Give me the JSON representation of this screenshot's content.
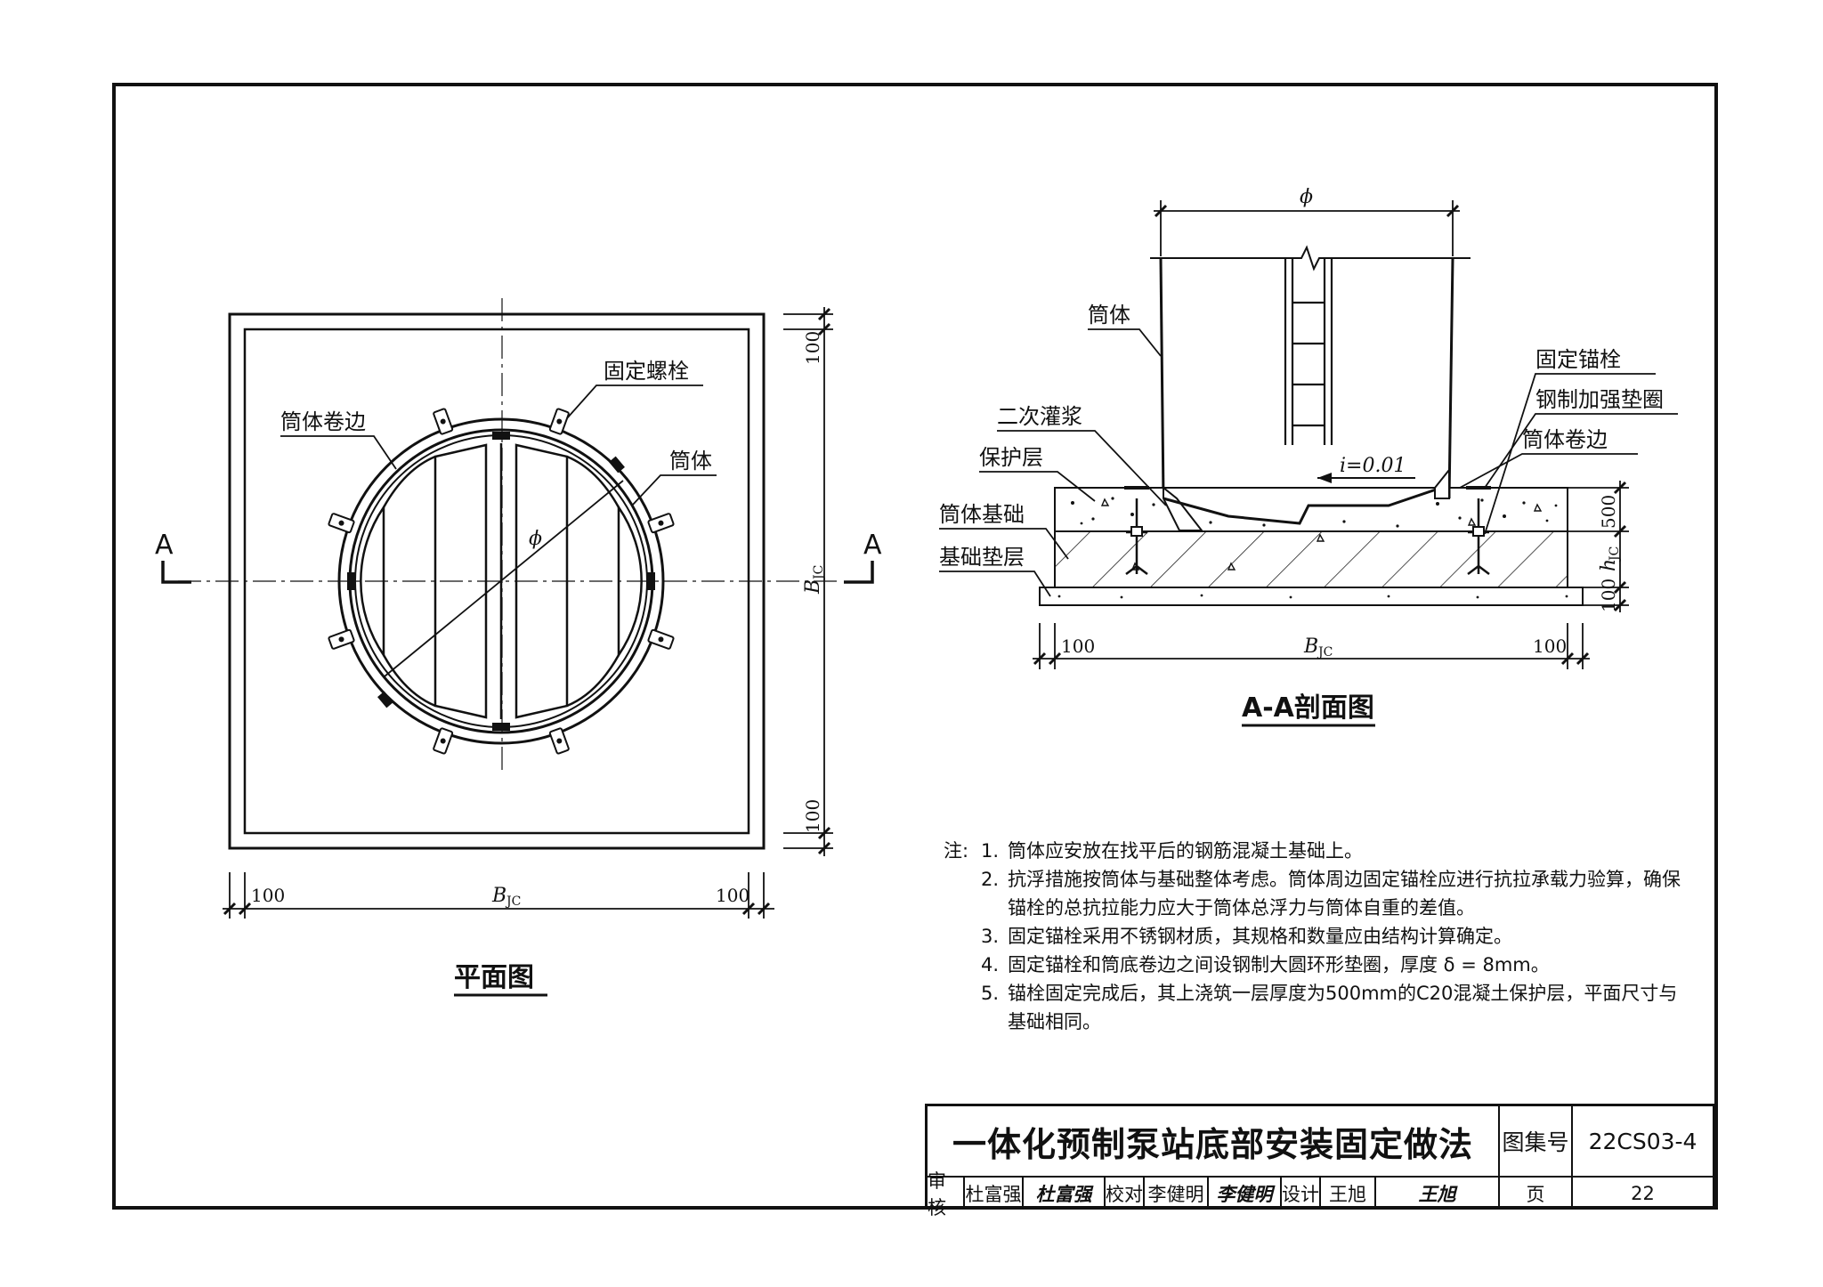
{
  "plan": {
    "title": "平面图",
    "labels": {
      "rolled_edge": "筒体卷边",
      "fixing_bolt": "固定螺栓",
      "cylinder": "筒体",
      "diameter": "ϕ",
      "section_mark": "A"
    },
    "dims": {
      "margin": "100",
      "base_width": "B",
      "base_width_sub": "JC"
    }
  },
  "section": {
    "title": "A-A剖面图",
    "labels": {
      "cylinder": "筒体",
      "secondary_grout": "二次灌浆",
      "protective_layer": "保护层",
      "cylinder_foundation": "筒体基础",
      "foundation_cushion": "基础垫层",
      "anchor_bolt": "固定锚栓",
      "steel_washer": "钢制加强垫圈",
      "rolled_edge": "筒体卷边",
      "slope": "i=0.01",
      "diameter": "ϕ"
    },
    "dims": {
      "margin": "100",
      "protective": "500",
      "foundation_h": "h",
      "foundation_h_sub": "JC",
      "cushion": "100",
      "base_width": "B",
      "base_width_sub": "JC"
    }
  },
  "notes": {
    "lead": "注:",
    "items": [
      {
        "num": "1.",
        "text": "筒体应安放在找平后的钢筋混凝土基础上。"
      },
      {
        "num": "2.",
        "text": "抗浮措施按筒体与基础整体考虑。筒体周边固定锚栓应进行抗拉承载力验算，确保锚栓的总抗拉能力应大于筒体总浮力与筒体自重的差值。"
      },
      {
        "num": "3.",
        "text": "固定锚栓采用不锈钢材质，其规格和数量应由结构计算确定。"
      },
      {
        "num": "4.",
        "text": "固定锚栓和筒底卷边之间设钢制大圆环形垫圈，厚度 δ = 8mm。"
      },
      {
        "num": "5.",
        "text": "锚栓固定完成后，其上浇筑一层厚度为500mm的C20混凝土保护层，平面尺寸与基础相同。"
      }
    ]
  },
  "title_block": {
    "title": "一体化预制泵站底部安装固定做法",
    "atlas_label": "图集号",
    "atlas_no": "22CS03-4",
    "review_label": "审核",
    "reviewer": "杜富强",
    "reviewer_sig": "杜富强",
    "check_label": "校对",
    "checker": "李健明",
    "checker_sig": "李健明",
    "design_label": "设计",
    "designer": "王旭",
    "designer_sig": "王旭",
    "page_label": "页",
    "page_no": "22"
  }
}
